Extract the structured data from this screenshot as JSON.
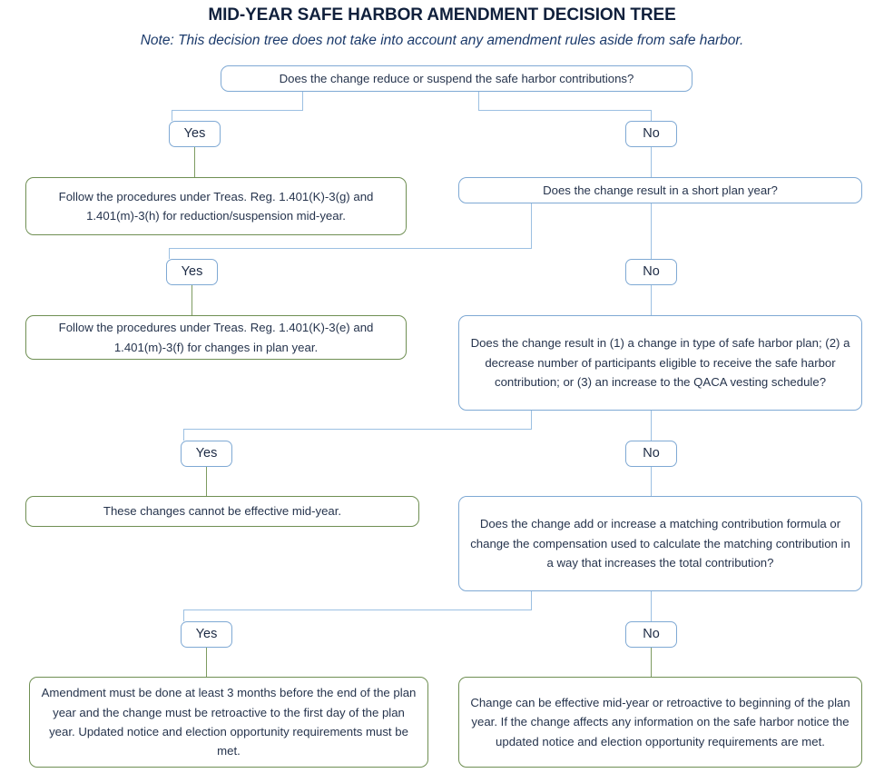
{
  "header": {
    "title": "MID-YEAR SAFE HARBOR AMENDMENT DECISION TREE",
    "note": "Note: This decision tree does not take into account any amendment rules aside from safe harbor."
  },
  "colors": {
    "question_border": "#7fa9d4",
    "outcome_border": "#6f8f53",
    "connector_blue": "#9cc0e2",
    "connector_green": "#7d9b61",
    "title_text": "#10203c",
    "note_text": "#1b3a6b",
    "body_text": "#26344d"
  },
  "nodes": {
    "q1": "Does the change reduce or suspend the safe harbor contributions?",
    "q1_yes_label": "Yes",
    "q1_no_label": "No",
    "outcome1": "Follow the procedures under Treas. Reg. 1.401(K)-3(g) and 1.401(m)-3(h) for reduction/suspension mid-year.",
    "q2": "Does the change result in a short plan year?",
    "q2_yes_label": "Yes",
    "q2_no_label": "No",
    "outcome2": "Follow the procedures under Treas. Reg. 1.401(K)-3(e) and 1.401(m)-3(f) for changes in plan year.",
    "q3": "Does the change result in (1) a change in type of safe harbor plan; (2) a decrease number of participants eligible to receive the safe harbor contribution; or (3) an increase to the QACA vesting schedule?",
    "q3_yes_label": "Yes",
    "q3_no_label": "No",
    "outcome3": "These changes cannot be effective mid-year.",
    "q4": "Does the change add or increase a matching contribution formula or change the compensation used to calculate the matching contribution in a way that increases the total contribution?",
    "q4_yes_label": "Yes",
    "q4_no_label": "No",
    "outcome4": "Amendment must be done at least 3 months before the end of the plan year and the change must be retroactive to the first day of the plan year. Updated notice and election opportunity requirements must be met.",
    "outcome5": "Change can be effective mid-year or retroactive to beginning of the plan year. If the change affects any information on the safe harbor notice the updated notice and election opportunity requirements are met."
  }
}
